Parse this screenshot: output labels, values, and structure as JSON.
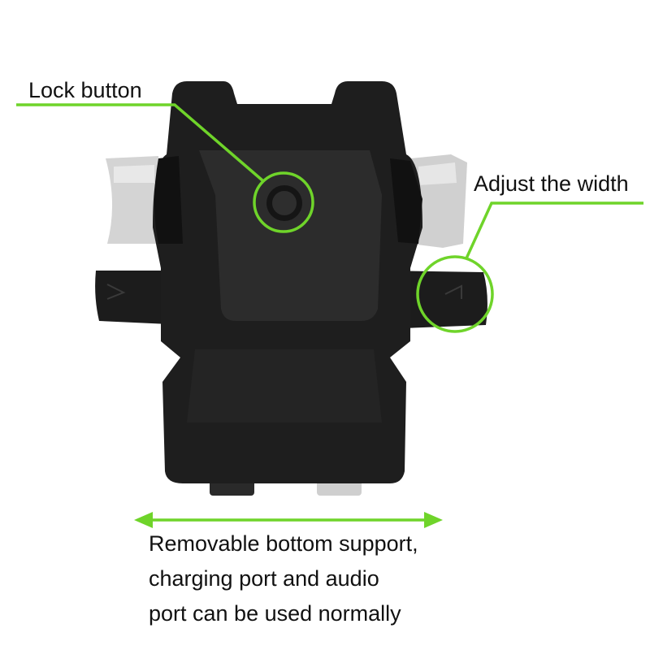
{
  "annotations": {
    "lock_button": "Lock button",
    "adjust_width": "Adjust the width",
    "bottom_lines": [
      "Removable bottom support,",
      "charging port and audio",
      "port can be used normally"
    ]
  },
  "colors": {
    "accent_green": "#6fd42a",
    "body_dark": "#1e1e1e",
    "panel": "#2c2c2c",
    "grip_light": "#d4d4d4"
  }
}
